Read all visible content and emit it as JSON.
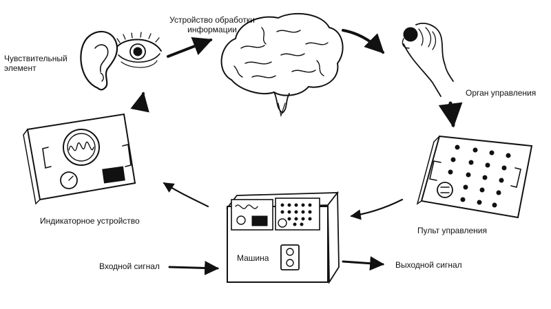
{
  "labels": {
    "sensor": "Чувствительный\nэлемент",
    "processor": "Устройство обработки\nинформации",
    "control_organ": "Орган управления",
    "control_panel": "Пульт управления",
    "indicator": "Индикаторное устройство",
    "machine": "Машина",
    "input_signal": "Входной сигнал",
    "output_signal": "Выходной сигнал"
  }
}
